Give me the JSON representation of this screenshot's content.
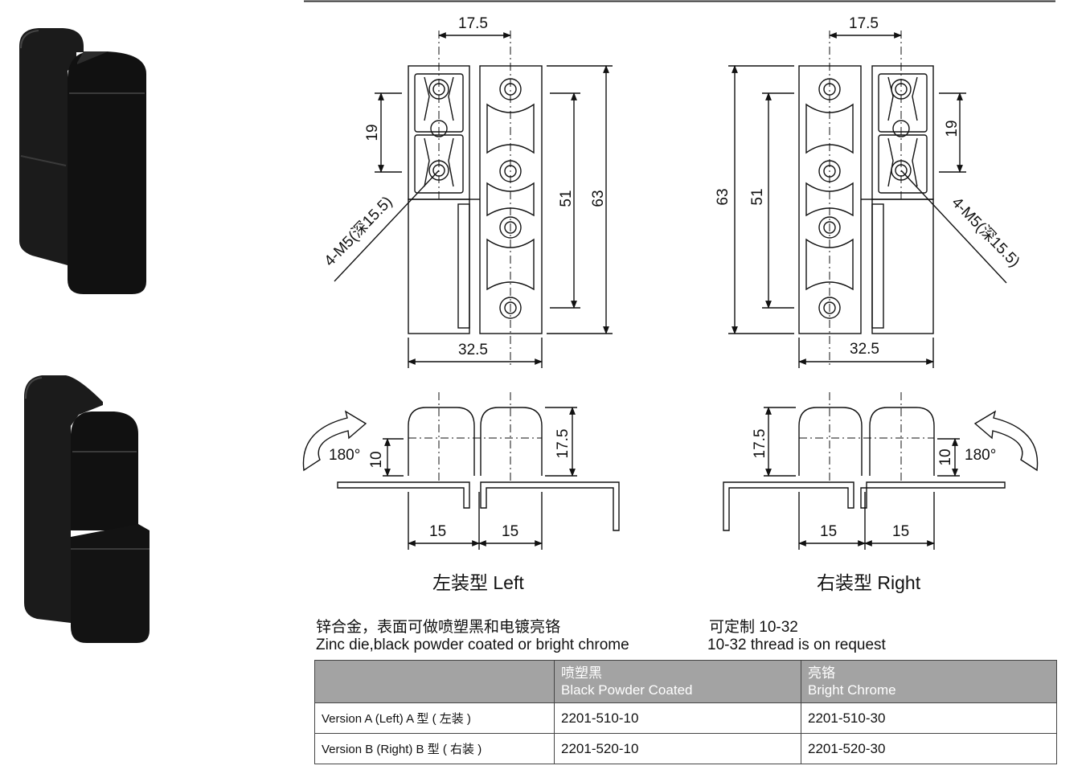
{
  "dims": {
    "left_width_top": "17.5",
    "left_hole_pitch": "19",
    "left_inner_height": "51",
    "left_height": "63",
    "left_thread": "4-M5(深15.5)",
    "left_bottom_width": "32.5",
    "right_width_top": "17.5",
    "right_hole_pitch": "19",
    "right_inner_height": "51",
    "right_height": "63",
    "right_thread": "4-M5(深15.5)",
    "right_bottom_width": "32.5",
    "left_angle": "180°",
    "left_knuckle_small": "10",
    "left_knuckle_large": "17.5",
    "left_leaf_a": "15",
    "left_leaf_b": "15",
    "right_angle": "180°",
    "right_knuckle_small": "10",
    "right_knuckle_large": "17.5",
    "right_leaf_a": "15",
    "right_leaf_b": "15"
  },
  "captions": {
    "left": "左装型 Left",
    "right": "右装型 Right"
  },
  "notes": {
    "material_cn": "锌合金，表面可做喷塑黑和电镀亮铬",
    "material_en": "Zinc die,black powder coated or bright chrome",
    "custom_cn": "可定制 10-32",
    "custom_en": "10-32 thread is on request"
  },
  "table": {
    "headers": [
      {
        "cn": "",
        "en": ""
      },
      {
        "cn": "喷塑黑",
        "en": "Black  Powder Coated"
      },
      {
        "cn": "亮铬",
        "en": "Bright Chrome"
      }
    ],
    "rows": [
      {
        "version": "Version A (Left)   A 型 ( 左装 )",
        "black": "2201-510-10",
        "chrome": "2201-510-30"
      },
      {
        "version": "Version B (Right)  B 型 ( 右装 )",
        "black": "2201-520-10",
        "chrome": "2201-520-30"
      }
    ]
  },
  "colors": {
    "product": "#1a1a1a",
    "table_header": "#a3a3a3"
  }
}
